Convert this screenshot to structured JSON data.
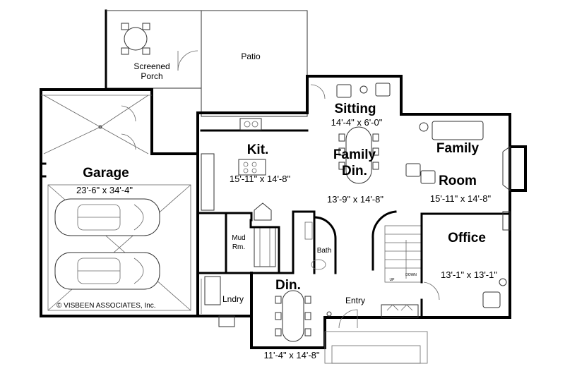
{
  "rooms": {
    "screened_porch": {
      "line1": "Screened",
      "line2": "Porch"
    },
    "patio": "Patio",
    "sitting": {
      "name": "Sitting",
      "dim": "14'-4\" x 6'-0\""
    },
    "kitchen": {
      "name": "Kit.",
      "dim": "15'-11\" x 14'-8\""
    },
    "family_dining": {
      "line1": "Family",
      "line2": "Din.",
      "dim": "13'-9\" x 14'-8\""
    },
    "family_room": {
      "line1": "Family",
      "line2": "Room",
      "dim": "15'-11\" x 14'-8\""
    },
    "garage": {
      "name": "Garage",
      "dim": "23'-6\" x 34'-4\""
    },
    "mud_room": {
      "line1": "Mud",
      "line2": "Rm."
    },
    "bath": "Bath",
    "office": {
      "name": "Office",
      "dim": "13'-1\" x 13'-1\""
    },
    "laundry": "Lndry",
    "dining": {
      "name": "Din.",
      "dim": "11'-4\" x 14'-8\""
    },
    "entry": "Entry"
  },
  "stair_labels": {
    "up": "UP",
    "down": "DOWN"
  },
  "copyright": "© VISBEEN ASSOCIATES, Inc."
}
